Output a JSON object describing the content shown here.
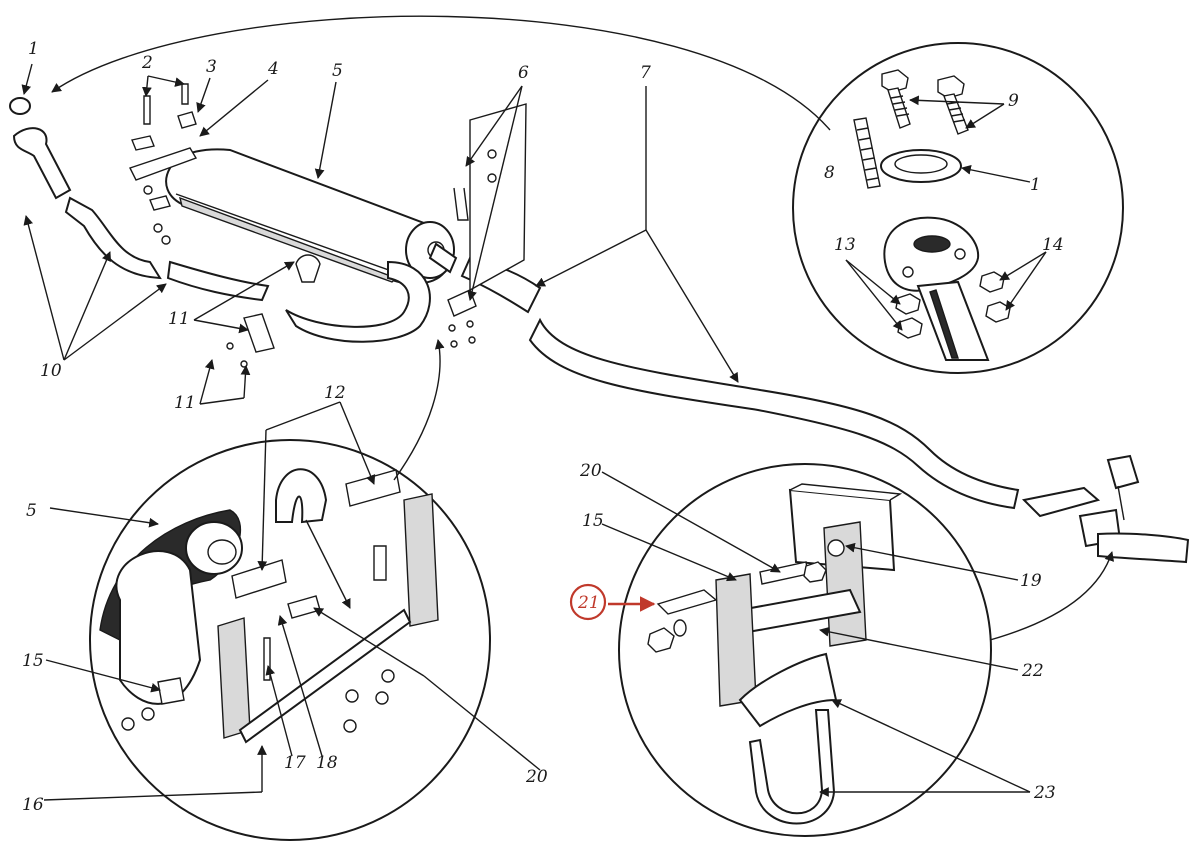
{
  "diagram": {
    "callouts": [
      {
        "id": "c1a",
        "text": "1"
      },
      {
        "id": "c2",
        "text": "2"
      },
      {
        "id": "c3",
        "text": "3"
      },
      {
        "id": "c4",
        "text": "4"
      },
      {
        "id": "c5a",
        "text": "5"
      },
      {
        "id": "c6",
        "text": "6"
      },
      {
        "id": "c7",
        "text": "7"
      },
      {
        "id": "c9",
        "text": "9"
      },
      {
        "id": "c8",
        "text": "8"
      },
      {
        "id": "c1b",
        "text": "1"
      },
      {
        "id": "c13",
        "text": "13"
      },
      {
        "id": "c14",
        "text": "14"
      },
      {
        "id": "c10",
        "text": "10"
      },
      {
        "id": "c11a",
        "text": "11"
      },
      {
        "id": "c11b",
        "text": "11"
      },
      {
        "id": "c12",
        "text": "12"
      },
      {
        "id": "c5b",
        "text": "5"
      },
      {
        "id": "c15a",
        "text": "15"
      },
      {
        "id": "c16",
        "text": "16"
      },
      {
        "id": "c17",
        "text": "17"
      },
      {
        "id": "c18",
        "text": "18"
      },
      {
        "id": "c20a",
        "text": "20"
      },
      {
        "id": "c20b",
        "text": "20"
      },
      {
        "id": "c15b",
        "text": "15"
      },
      {
        "id": "c21",
        "text": "21"
      },
      {
        "id": "c19",
        "text": "19"
      },
      {
        "id": "c22",
        "text": "22"
      },
      {
        "id": "c23",
        "text": "23"
      }
    ],
    "highlight_color": "#c0392b"
  }
}
